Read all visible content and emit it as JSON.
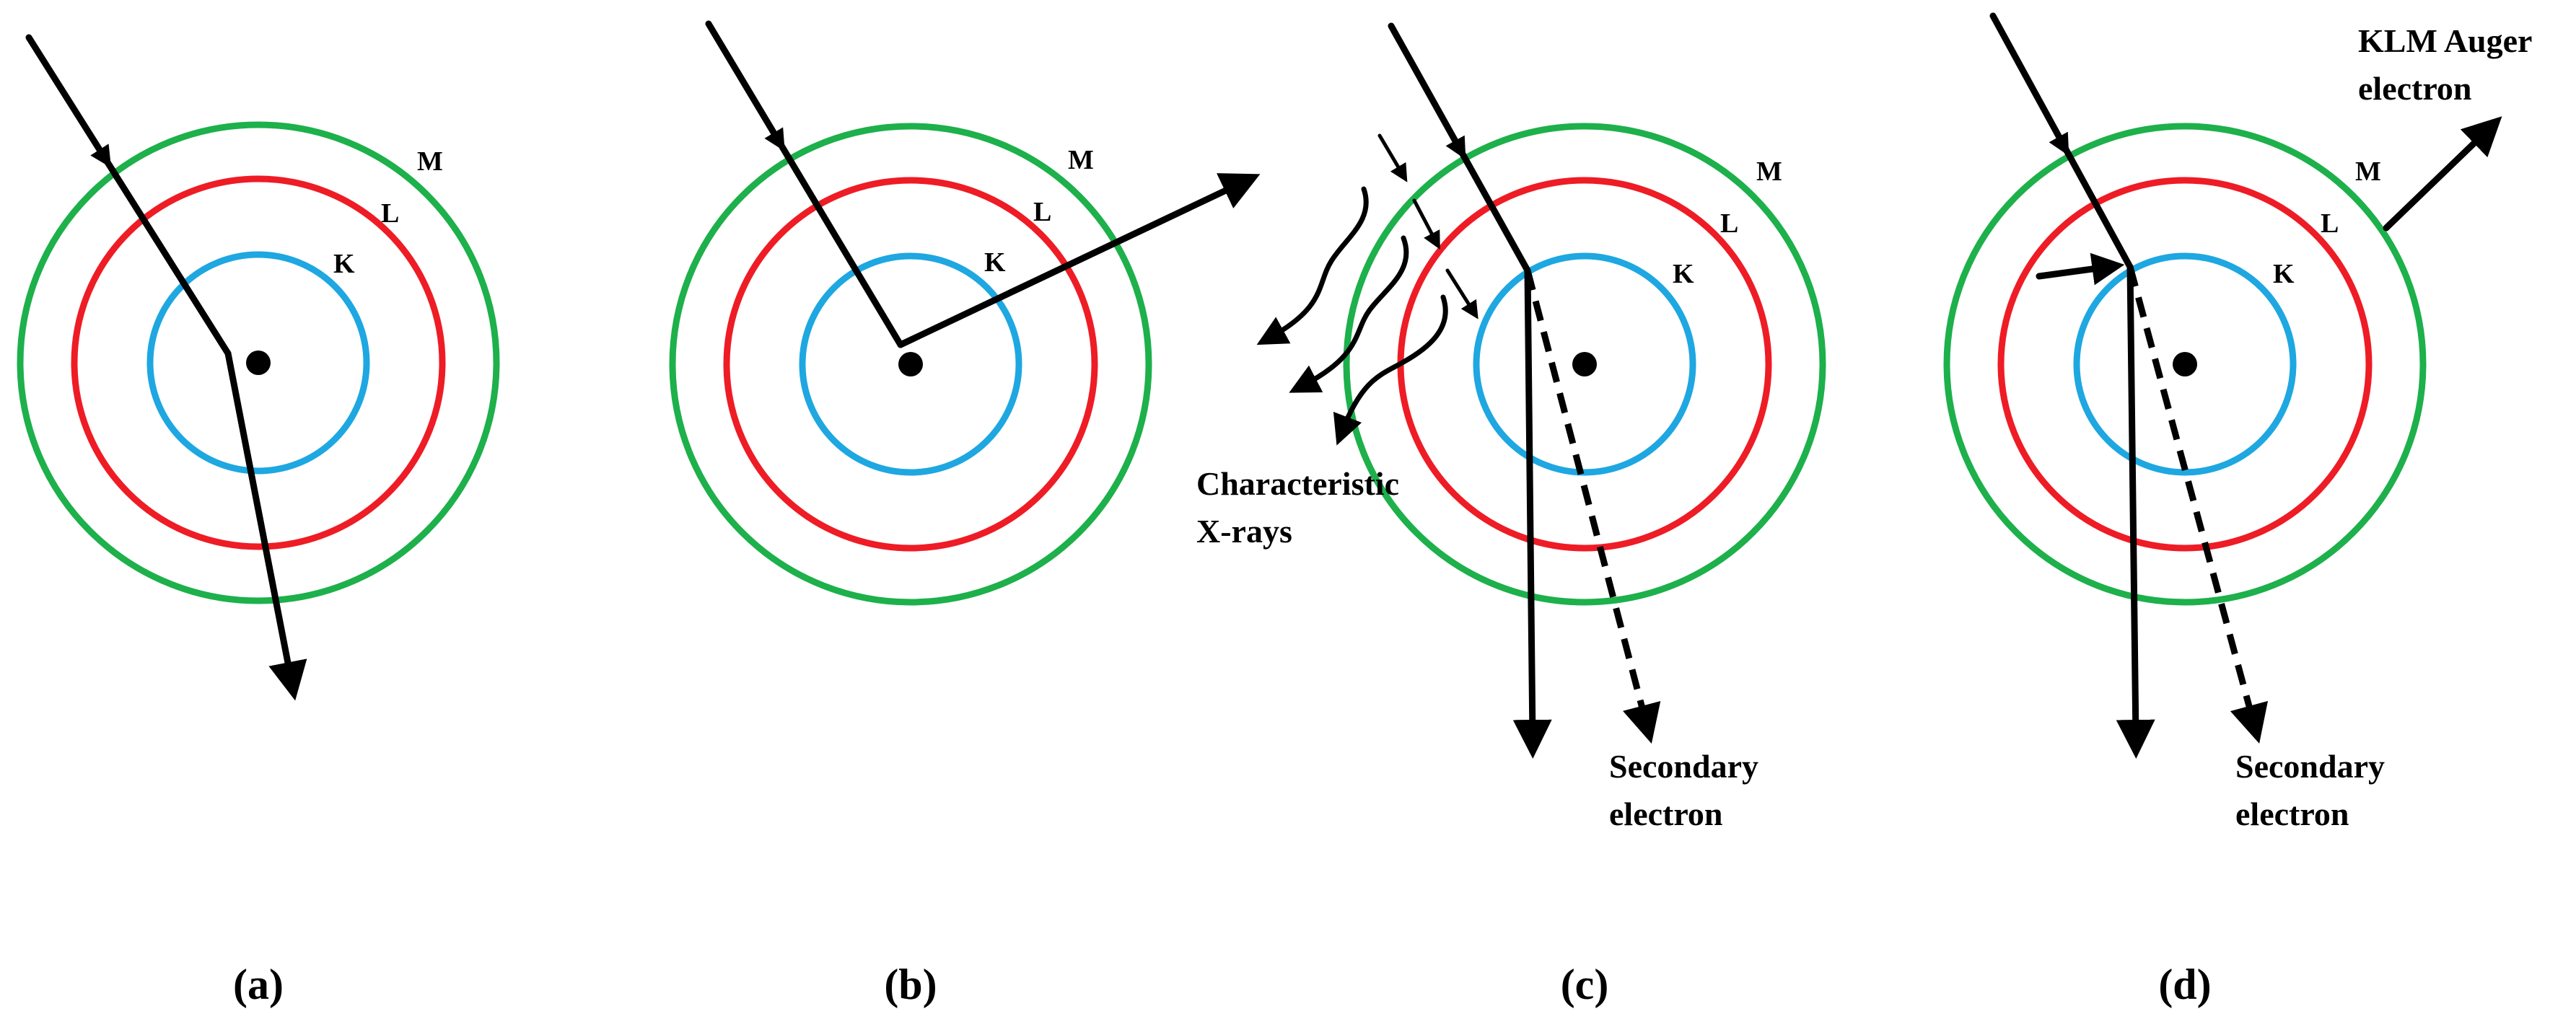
{
  "panels": [
    {
      "id": "a",
      "caption": "(a)",
      "shells": {
        "k": "K",
        "l": "L",
        "m": "M"
      }
    },
    {
      "id": "b",
      "caption": "(b)",
      "shells": {
        "k": "K",
        "l": "L",
        "m": "M"
      }
    },
    {
      "id": "c",
      "caption": "(c)",
      "shells": {
        "k": "K",
        "l": "L",
        "m": "M"
      },
      "annotations": {
        "xray_1": "Characteristic",
        "xray_2": "X-rays",
        "secondary_1": "Secondary",
        "secondary_2": "electron"
      }
    },
    {
      "id": "d",
      "caption": "(d)",
      "shells": {
        "k": "K",
        "l": "L",
        "m": "M"
      },
      "annotations": {
        "auger_1": "KLM Auger",
        "auger_2": "electron",
        "secondary_1": "Secondary",
        "secondary_2": "electron"
      }
    }
  ],
  "colors": {
    "shell_k": "#1ea7e1",
    "shell_l": "#ee1c25",
    "shell_m": "#1db04b",
    "arrows": "#000000"
  }
}
